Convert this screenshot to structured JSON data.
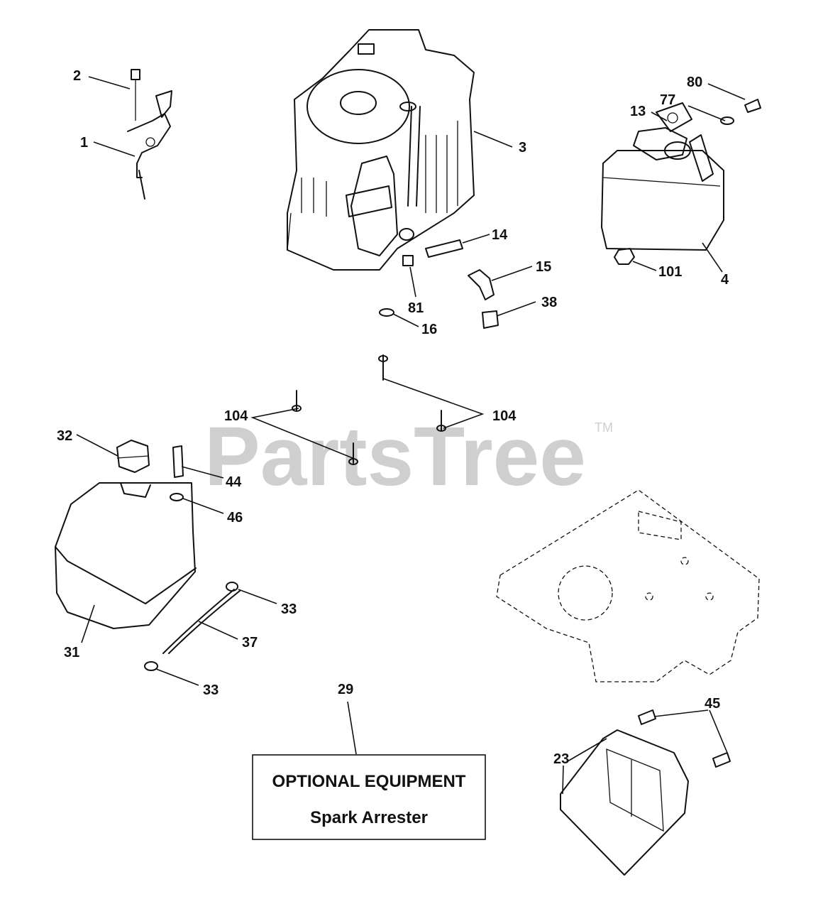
{
  "watermark": {
    "text": "PartsTree",
    "trademark": "TM"
  },
  "callouts": {
    "c1": "1",
    "c2": "2",
    "c3": "3",
    "c4": "4",
    "c13": "13",
    "c14": "14",
    "c15": "15",
    "c16": "16",
    "c23": "23",
    "c29": "29",
    "c31": "31",
    "c32": "32",
    "c33a": "33",
    "c33b": "33",
    "c37": "37",
    "c38": "38",
    "c44": "44",
    "c45": "45",
    "c46": "46",
    "c77": "77",
    "c80": "80",
    "c81": "81",
    "c101": "101",
    "c104a": "104",
    "c104b": "104"
  },
  "optional_box": {
    "title": "OPTIONAL EQUIPMENT",
    "subtitle": "Spark Arrester"
  }
}
